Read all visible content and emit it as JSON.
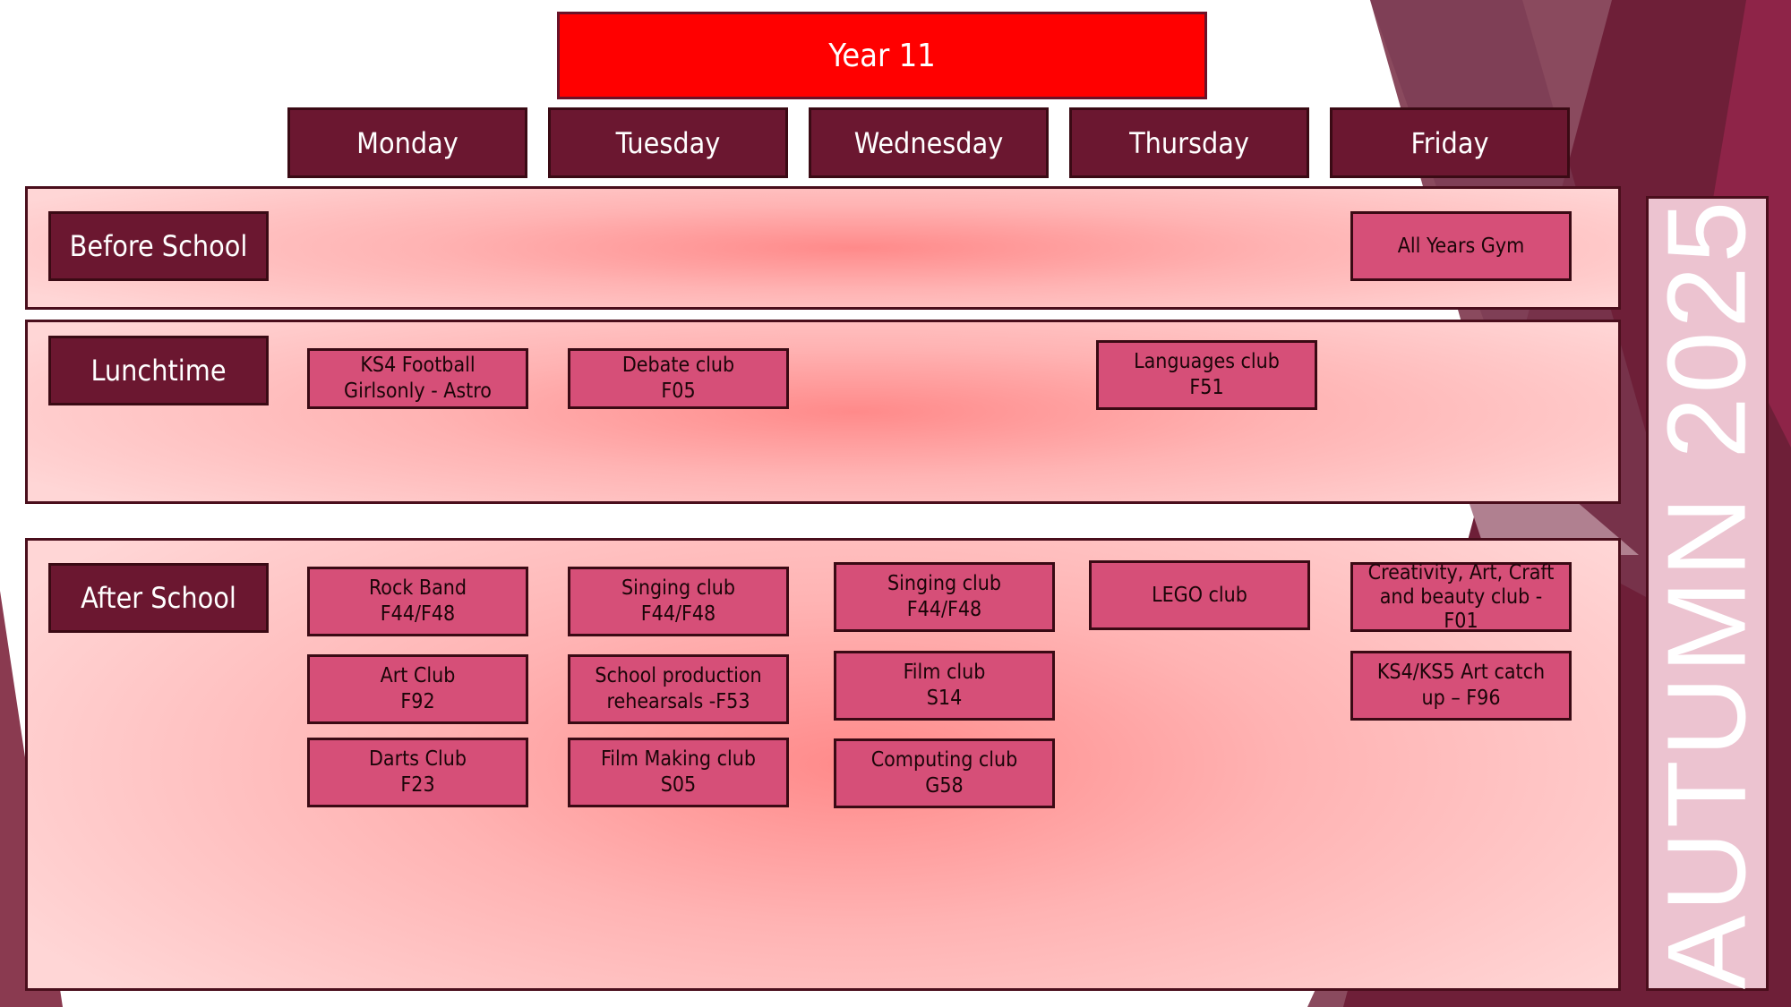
{
  "title": "Year 11",
  "days": [
    "Monday",
    "Tuesday",
    "Wednesday",
    "Thursday",
    "Friday"
  ],
  "sessions": {
    "before": "Before School",
    "lunch": "Lunchtime",
    "after": "After School"
  },
  "term": "AUTUMN 2025",
  "before_school": {
    "friday": "All Years Gym"
  },
  "lunchtime": {
    "monday": "KS4 Football\nGirlsonly - Astro",
    "tuesday": "Debate club\nF05",
    "thursday": "Languages club\nF51"
  },
  "after_school": {
    "monday": [
      "Rock Band\nF44/F48",
      "Art Club\nF92",
      "Darts Club\nF23"
    ],
    "tuesday": [
      "Singing club\nF44/F48",
      "School production\nrehearsals -F53",
      "Film Making club\nS05"
    ],
    "wednesday": [
      "Singing club\nF44/F48",
      "Film club\nS14",
      "Computing club\nG58"
    ],
    "thursday": [
      "LEGO club"
    ],
    "friday": [
      "Creativity, Art, Craft\nand beauty club -\nF01",
      "KS4/KS5 Art catch\nup – F96"
    ]
  },
  "colors": {
    "header": "#ff0000",
    "maroon": "#6b1730",
    "activity": "#d64f78",
    "term_panel": "#ecc3d0"
  }
}
